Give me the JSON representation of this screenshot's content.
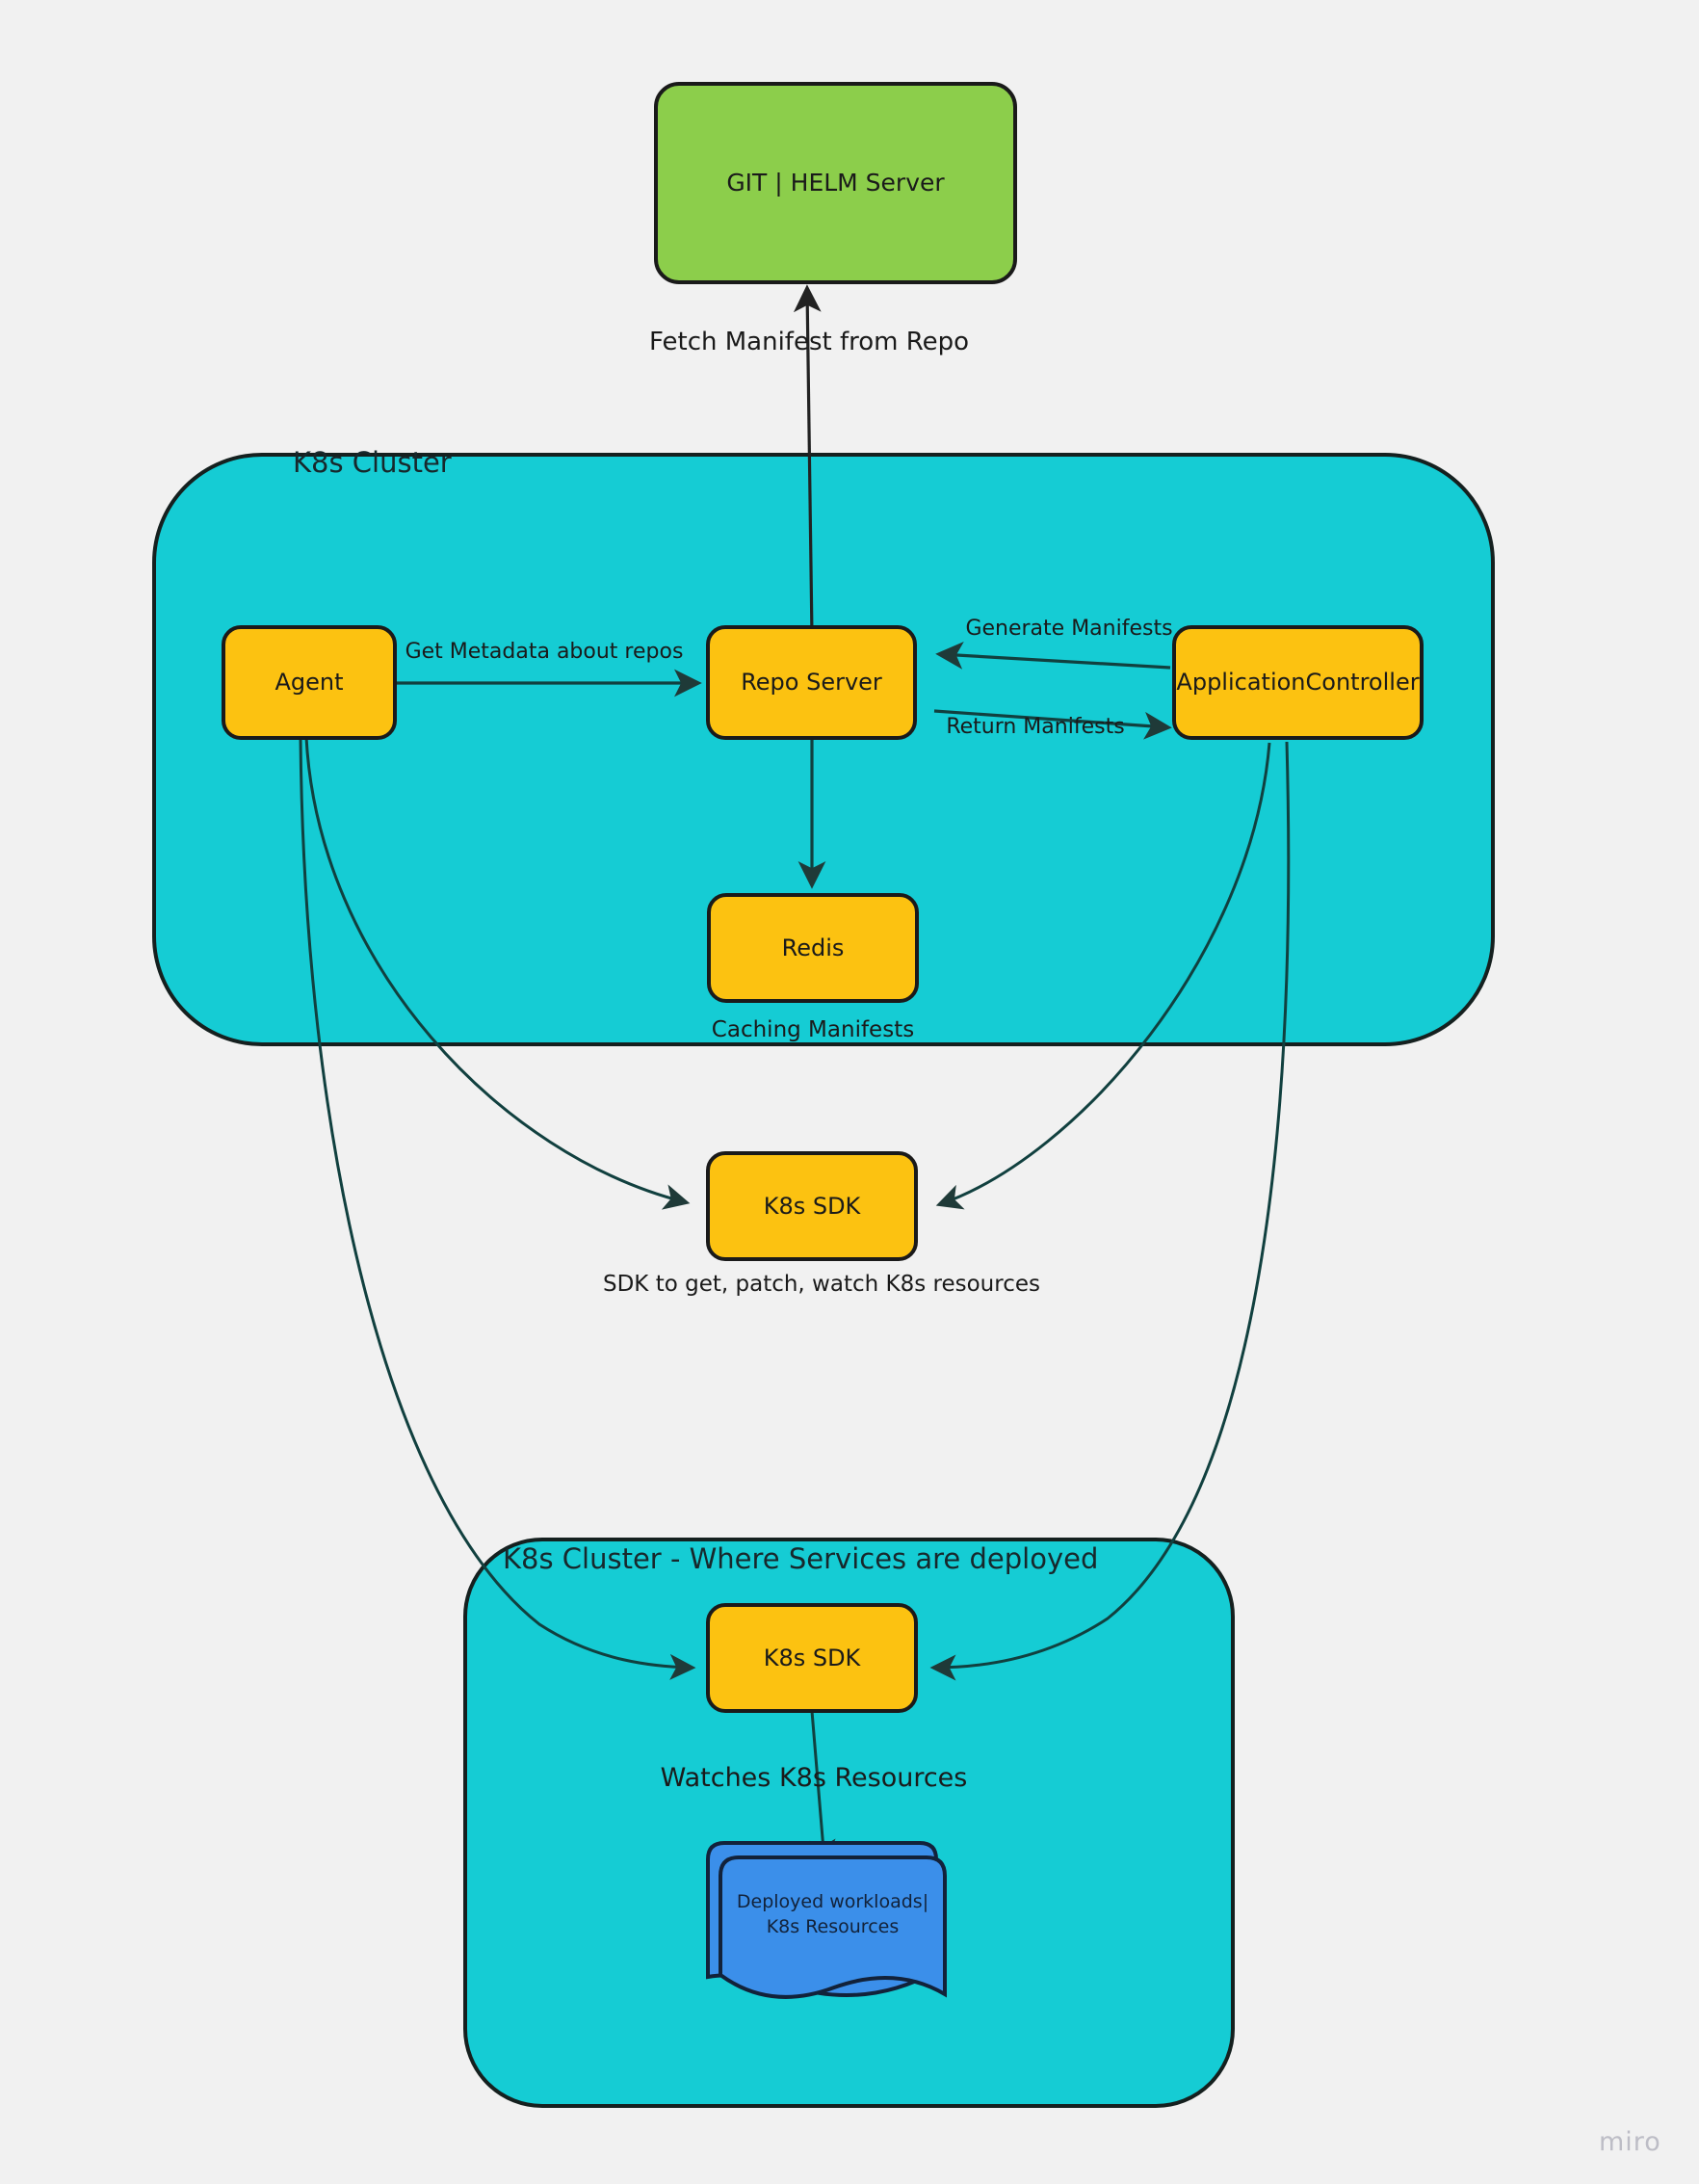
{
  "diagram": {
    "title_watermark": "miro",
    "palette": {
      "background": "#F1F1F1",
      "cluster_fill": "#15CCD4",
      "cluster_stroke": "#15201F",
      "service_fill": "#FCC211",
      "service_stroke": "#1A1A1A",
      "repo_fill": "#8CCE4B",
      "repo_stroke": "#1A1A1A",
      "workload_fill": "#3B8FEA",
      "workload_stroke": "#12223A",
      "edge_stroke": "#11403F",
      "text": "#1A1A1A"
    },
    "groups": [
      {
        "id": "k8s-cluster",
        "title": "K8s Cluster"
      },
      {
        "id": "k8s-cluster-services",
        "title": "K8s Cluster - Where Services are deployed"
      }
    ],
    "nodes": [
      {
        "id": "git-helm-server",
        "label": "GIT | HELM Server"
      },
      {
        "id": "agent",
        "label": "Agent"
      },
      {
        "id": "repo-server",
        "label": "Repo Server"
      },
      {
        "id": "application-controller",
        "label": "ApplicationController"
      },
      {
        "id": "redis",
        "label": "Redis"
      },
      {
        "id": "k8s-sdk-upper",
        "label": "K8s SDK"
      },
      {
        "id": "k8s-sdk-lower",
        "label": "K8s SDK"
      },
      {
        "id": "deployed-workloads",
        "label": "Deployed workloads|\nK8s Resources"
      }
    ],
    "edge_labels": [
      {
        "id": "fetch-manifest",
        "text": "Fetch Manifest from Repo"
      },
      {
        "id": "get-metadata",
        "text": "Get Metadata about repos"
      },
      {
        "id": "generate-manifests",
        "text": "Generate Manifests"
      },
      {
        "id": "return-manifests",
        "text": "Return Manifests"
      },
      {
        "id": "watches-k8s",
        "text": "Watches K8s Resources"
      }
    ],
    "captions": [
      {
        "id": "caching-manifests",
        "text": "Caching Manifests"
      },
      {
        "id": "sdk-description",
        "text": "SDK to get, patch, watch K8s resources"
      }
    ]
  }
}
